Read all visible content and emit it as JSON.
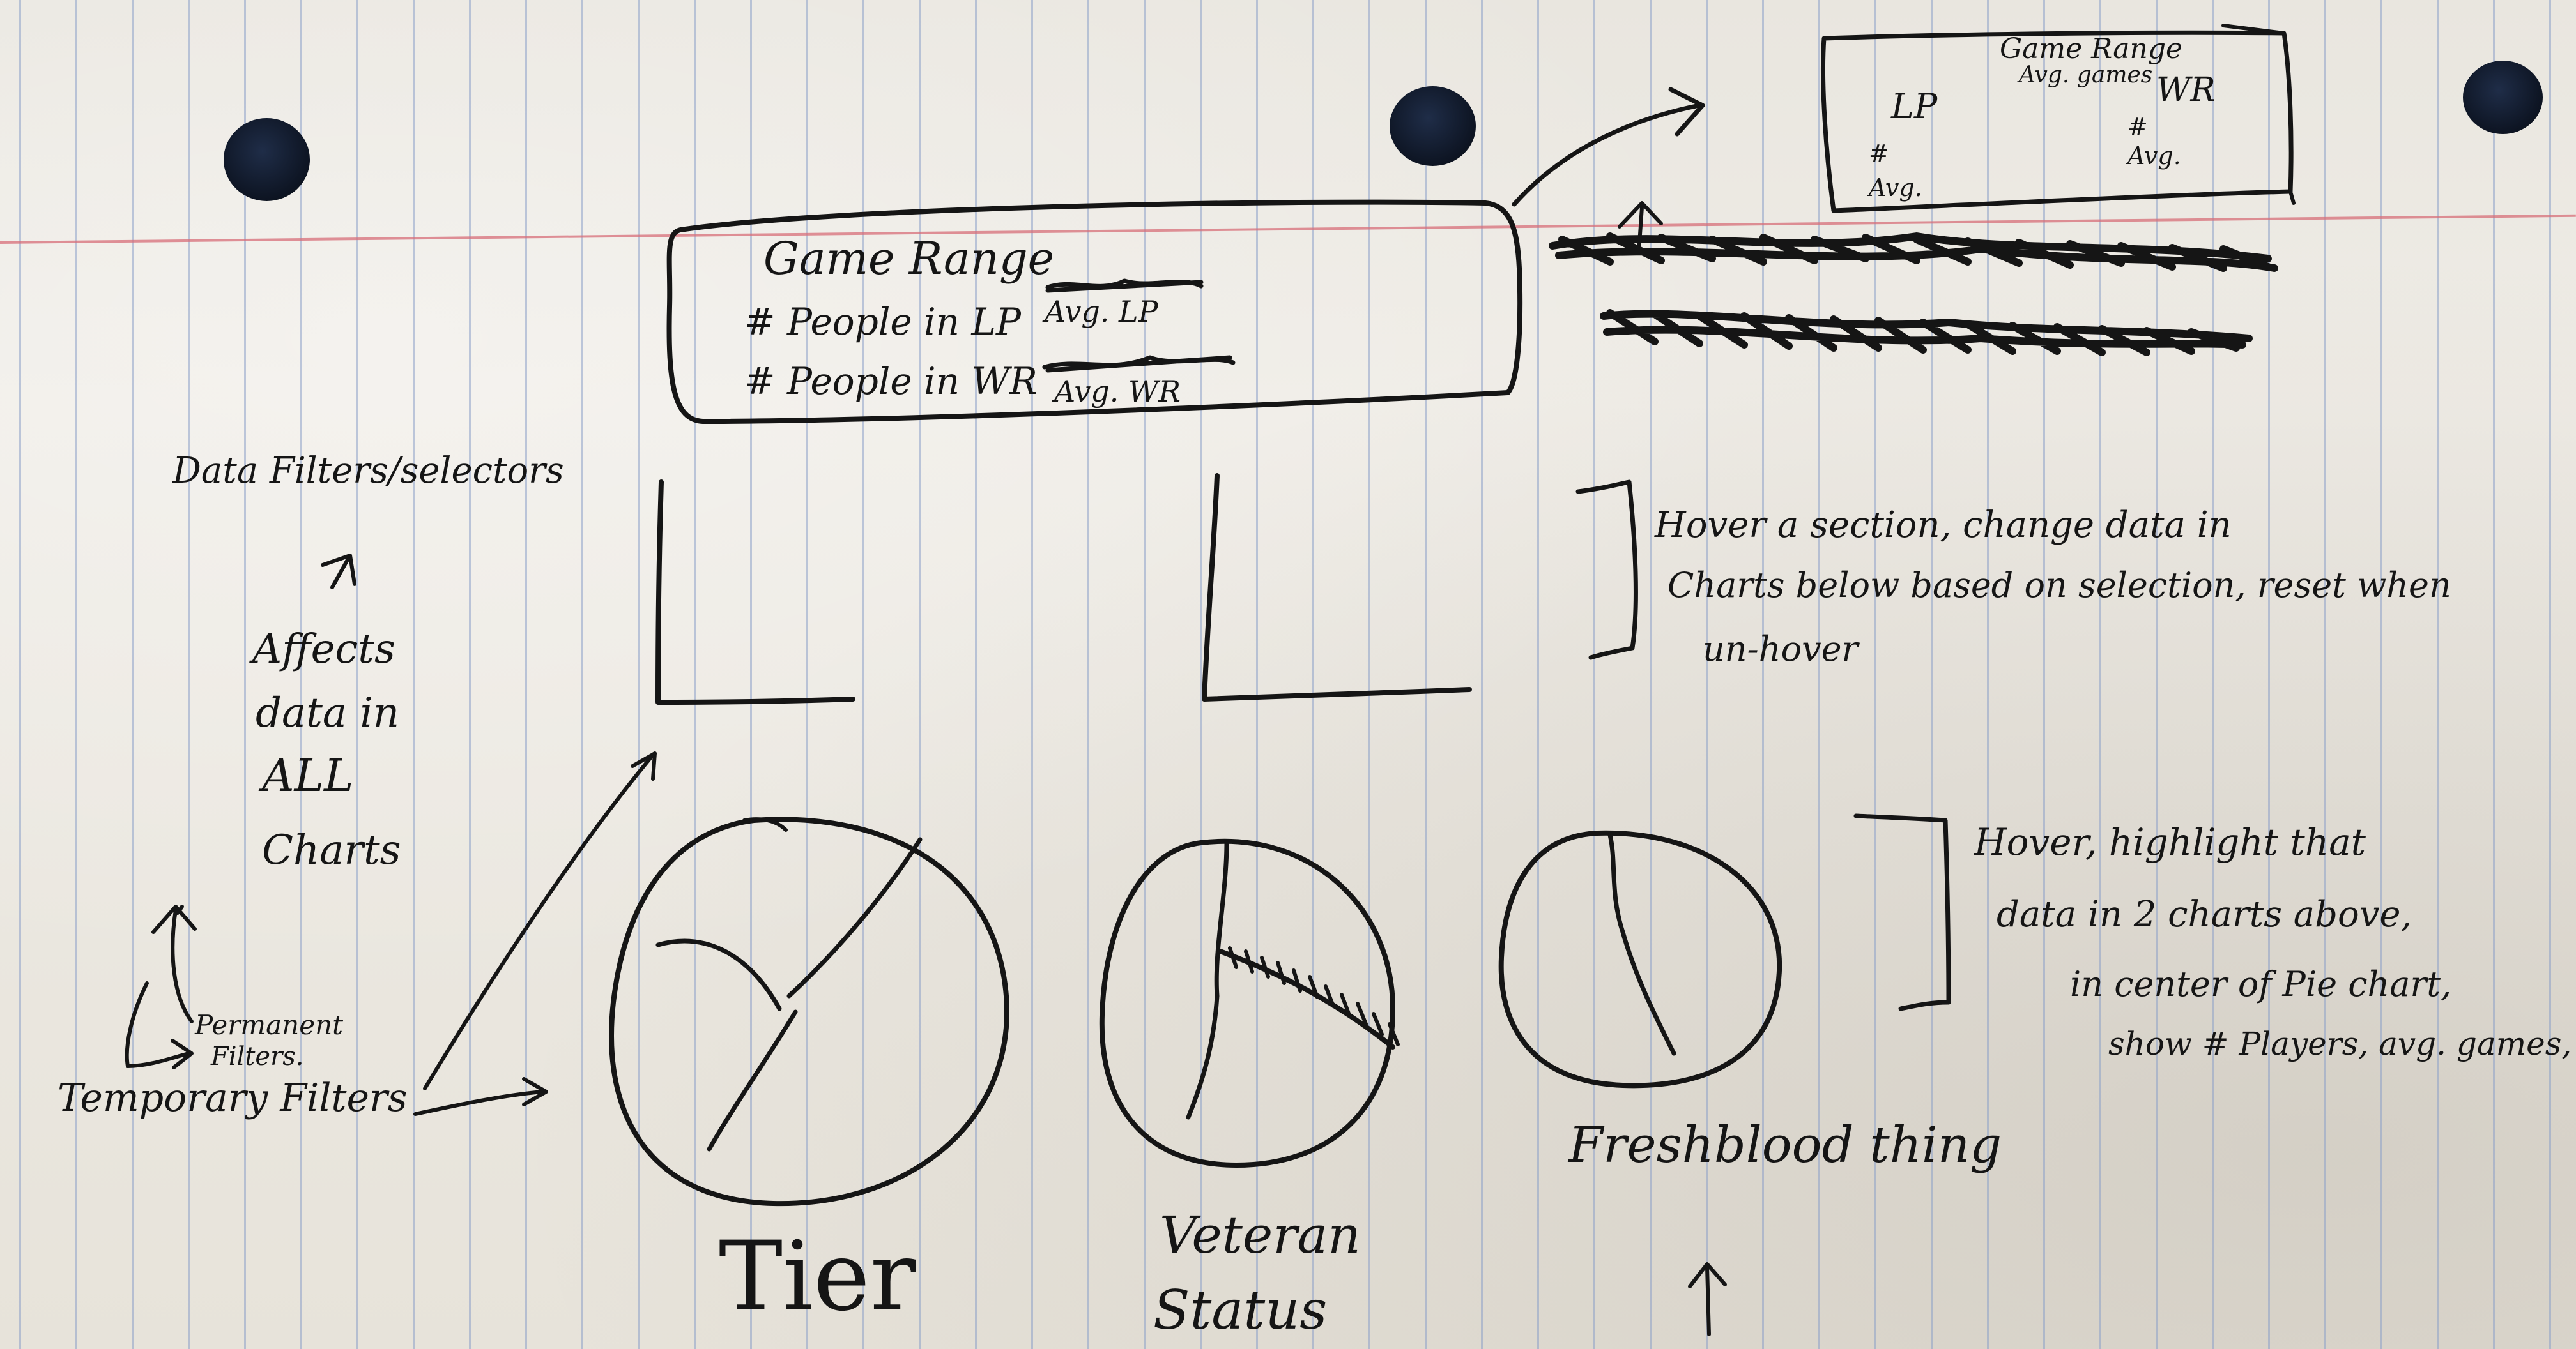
{
  "sketch": {
    "top_box": {
      "title": "Game Range",
      "row1_label": "# People in LP",
      "row1_value": "Avg. LP",
      "row2_label": "# People in WR",
      "row2_value": "Avg. WR"
    },
    "corner_box": {
      "title": "Game Range",
      "subtitle": "Avg. games",
      "lp_label": "LP",
      "wr_label": "WR",
      "lp_hash": "#",
      "lp_avg": "Avg.",
      "wr_hash": "#",
      "wr_avg": "Avg."
    },
    "left_notes": {
      "filters_title": "Data Filters/selectors",
      "arrow_up": "↗",
      "affects_line1": "Affects",
      "affects_line2": "data in",
      "affects_line3": "ALL",
      "affects_line4": "Charts",
      "permanent_line1": "Permanent",
      "permanent_line2": "Filters.",
      "temporary": "Temporary Filters"
    },
    "bar_note": {
      "line1": "Hover a section, change data in",
      "line2": "Charts below based on selection, reset when",
      "line3": "un-hover"
    },
    "pie_note": {
      "line1": "Hover, highlight that",
      "line2": "data in 2 charts above,",
      "line3": "in center of Pie chart,",
      "line4": "show # Players, avg. games,"
    },
    "pie_labels": {
      "tier": "Tier",
      "veteran_line1": "Veteran",
      "veteran_line2": "Status",
      "freshblood": "Freshblood thing"
    },
    "colors": {
      "ink": "#151515",
      "paper": "#ece9e2",
      "rule_lines": "#8ca0c8",
      "margin_line": "#d76e78"
    }
  }
}
